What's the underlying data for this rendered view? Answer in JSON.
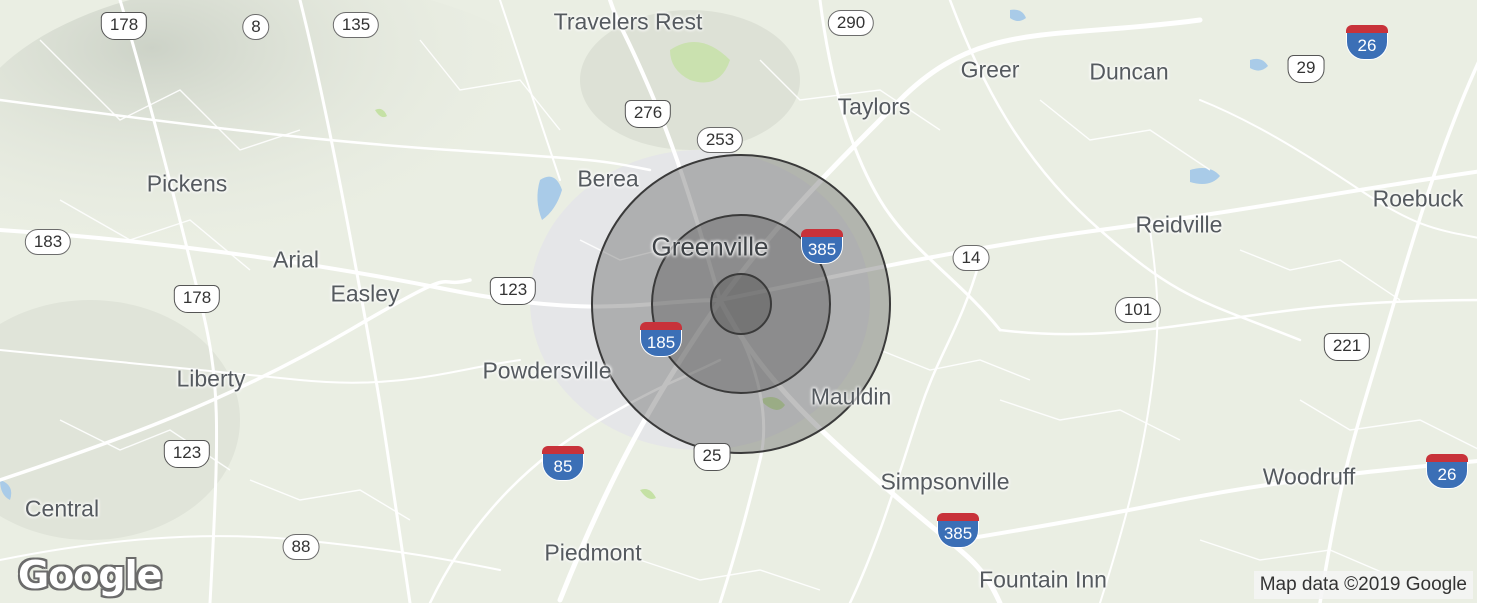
{
  "map": {
    "cities": [
      {
        "id": "travelers-rest",
        "label": "Travelers Rest"
      },
      {
        "id": "greer",
        "label": "Greer"
      },
      {
        "id": "duncan",
        "label": "Duncan"
      },
      {
        "id": "taylors",
        "label": "Taylors"
      },
      {
        "id": "pickens",
        "label": "Pickens"
      },
      {
        "id": "berea",
        "label": "Berea"
      },
      {
        "id": "roebuck",
        "label": "Roebuck"
      },
      {
        "id": "reidville",
        "label": "Reidville"
      },
      {
        "id": "greenville",
        "label": "Greenville"
      },
      {
        "id": "arial",
        "label": "Arial"
      },
      {
        "id": "easley",
        "label": "Easley"
      },
      {
        "id": "powdersville",
        "label": "Powdersville"
      },
      {
        "id": "liberty",
        "label": "Liberty"
      },
      {
        "id": "mauldin",
        "label": "Mauldin"
      },
      {
        "id": "simpsonville",
        "label": "Simpsonville"
      },
      {
        "id": "woodruff",
        "label": "Woodruff"
      },
      {
        "id": "central",
        "label": "Central"
      },
      {
        "id": "piedmont",
        "label": "Piedmont"
      },
      {
        "id": "fountain-inn",
        "label": "Fountain Inn"
      }
    ],
    "shields": [
      {
        "id": "us-178-top",
        "type": "us",
        "number": "178"
      },
      {
        "id": "sc-8",
        "type": "state",
        "number": "8"
      },
      {
        "id": "sc-135",
        "type": "state",
        "number": "135"
      },
      {
        "id": "us-290",
        "type": "state",
        "number": "290"
      },
      {
        "id": "i-26-top",
        "type": "interstate",
        "number": "26"
      },
      {
        "id": "us-29",
        "type": "us",
        "number": "29"
      },
      {
        "id": "us-276",
        "type": "us",
        "number": "276"
      },
      {
        "id": "sc-253",
        "type": "state",
        "number": "253"
      },
      {
        "id": "sc-183",
        "type": "state",
        "number": "183"
      },
      {
        "id": "i-385-north",
        "type": "interstate",
        "number": "385"
      },
      {
        "id": "sc-14",
        "type": "state",
        "number": "14"
      },
      {
        "id": "us-178-mid",
        "type": "us",
        "number": "178"
      },
      {
        "id": "us-123-mid",
        "type": "us",
        "number": "123"
      },
      {
        "id": "sc-101",
        "type": "state",
        "number": "101"
      },
      {
        "id": "i-185",
        "type": "interstate",
        "number": "185"
      },
      {
        "id": "us-221",
        "type": "us",
        "number": "221"
      },
      {
        "id": "us-123-low",
        "type": "us",
        "number": "123"
      },
      {
        "id": "i-85",
        "type": "interstate",
        "number": "85"
      },
      {
        "id": "us-25",
        "type": "us",
        "number": "25"
      },
      {
        "id": "i-26-low",
        "type": "interstate",
        "number": "26"
      },
      {
        "id": "i-385-south",
        "type": "interstate",
        "number": "385"
      },
      {
        "id": "sc-88",
        "type": "state",
        "number": "88"
      }
    ],
    "radius_rings": {
      "count": 3,
      "fill": "#4a4a4a",
      "fill_opacity": 0.35,
      "stroke": "#3a3a3a"
    },
    "colors": {
      "land": "#eaeee3",
      "road": "#ffffff",
      "water": "#a9cbe8",
      "park": "#c5e1a5"
    }
  },
  "branding": {
    "logo": "Google",
    "attribution": "Map data ©2019 Google"
  }
}
